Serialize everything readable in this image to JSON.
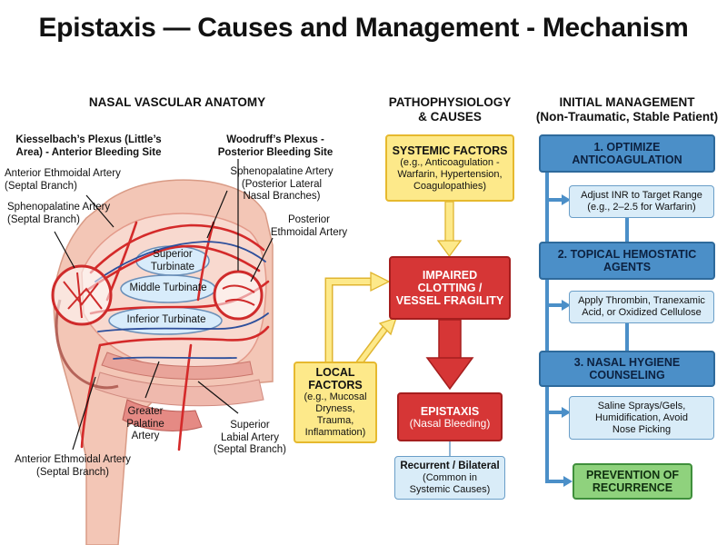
{
  "title": "Epistaxis — Causes and Management - Mechanism",
  "anatomy": {
    "heading": "NASAL VASCULAR ANATOMY",
    "kiesselbach": [
      "Kiesselbach’s Plexus (Little’s",
      "Area) - Anterior Bleeding Site"
    ],
    "woodruff": [
      "Woodruff’s Plexus -",
      "Posterior Bleeding Site"
    ],
    "ant_ethmoid_top": [
      "Anterior Ethmoidal Artery",
      "(Septal Branch)"
    ],
    "spheno_septal": [
      "Sphenopalatine Artery",
      "(Septal Branch)"
    ],
    "spheno_lateral": [
      "Sphenopalatine Artery",
      "(Posterior Lateral",
      "Nasal Branches)"
    ],
    "post_ethmoid": [
      "Posterior",
      "Ethmoidal Artery"
    ],
    "superior_turbinate": [
      "Superior",
      "Turbinate"
    ],
    "middle_turbinate": "Middle Turbinate",
    "inferior_turbinate": "Inferior Turbinate",
    "greater_palatine": [
      "Greater",
      "Palatine",
      "Artery"
    ],
    "ant_ethmoid_bottom": [
      "Anterior Ethmoidal Artery",
      "(Septal Branch)"
    ],
    "superior_labial": [
      "Superior",
      "Labial Artery",
      "(Septal Branch)"
    ]
  },
  "patho": {
    "heading": [
      "PATHOPHYSIOLOGY",
      "& CAUSES"
    ],
    "systemic": {
      "title": "SYSTEMIC FACTORS",
      "lines": [
        "(e.g., Anticoagulation -",
        "Warfarin, Hypertension,",
        "Coagulopathies)"
      ]
    },
    "impaired": [
      "IMPAIRED",
      "CLOTTING /",
      "VESSEL FRAGILITY"
    ],
    "local": {
      "title": [
        "LOCAL",
        "FACTORS"
      ],
      "lines": [
        "(e.g., Mucosal",
        "Dryness,",
        "Trauma,",
        "Inflammation)"
      ]
    },
    "epistaxis": {
      "title": "EPISTAXIS",
      "sub": "(Nasal Bleeding)"
    },
    "recurrent": {
      "title": "Recurrent / Bilateral",
      "lines": [
        "(Common in",
        "Systemic Causes)"
      ]
    }
  },
  "management": {
    "heading": [
      "INITIAL MANAGEMENT",
      "(Non-Traumatic, Stable Patient)"
    ],
    "step1": [
      "1. OPTIMIZE",
      "ANTICOAGULATION"
    ],
    "step1_detail": [
      "Adjust INR to Target Range",
      "(e.g., 2–2.5 for Warfarin)"
    ],
    "step2": [
      "2. TOPICAL HEMOSTATIC",
      "AGENTS"
    ],
    "step2_detail": [
      "Apply Thrombin, Tranexamic",
      "Acid, or Oxidized Cellulose"
    ],
    "step3": [
      "3. NASAL HYGIENE",
      "COUNSELING"
    ],
    "step3_detail": [
      "Saline Sprays/Gels,",
      "Humidification, Avoid",
      "Nose Picking"
    ],
    "prevention": [
      "PREVENTION OF",
      "RECURRENCE"
    ]
  }
}
